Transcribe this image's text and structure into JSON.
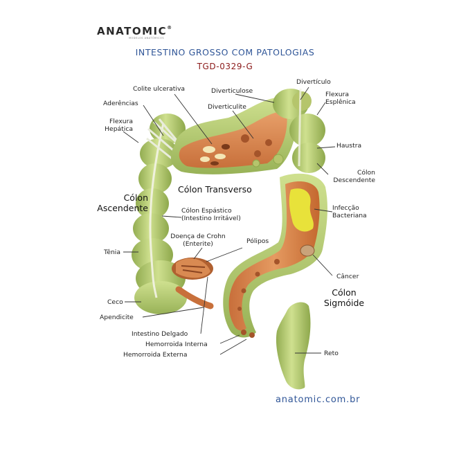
{
  "brand": {
    "name": "ANATOMIC",
    "registered": "®",
    "tagline": "MODELOS ANATÔMICOS"
  },
  "title": "INTESTINO GROSSO COM PATOLOGIAS",
  "code": "TGD-0329-G",
  "website": "anatomic.com.br",
  "colors": {
    "title_blue": "#2f5597",
    "code_red": "#8b1a1a",
    "tissue_green": "#b9cf7a",
    "mucosa_orange": "#d98a52",
    "infection_yellow": "#e8e23a"
  },
  "labels": {
    "colite_ulcerativa": "Colite ulcerativa",
    "aderencias": "Aderências",
    "flexura_hepatica_1": "Flexura",
    "flexura_hepatica_2": "Hepática",
    "diverticulose": "Diverticulose",
    "diverticulite": "Diverticulite",
    "diverticulo": "Divertículo",
    "flexura_esplenica_1": "Flexura",
    "flexura_esplenica_2": "Esplênica",
    "haustra": "Haustra",
    "colon_descendente_1": "Cólon",
    "colon_descendente_2": "Descendente",
    "colon_transverso": "Cólon Transverso",
    "colon_ascendente_1": "Cólon",
    "colon_ascendente_2": "Ascendente",
    "colon_espastico_1": "Cólon Espástico",
    "colon_espastico_2": "(Intestino Irritável)",
    "infeccao_1": "Infecção",
    "infeccao_2": "Bacteriana",
    "doenca_crohn_1": "Doença de Crohn",
    "doenca_crohn_2": "(Enterite)",
    "polipos": "Pólipos",
    "tenia": "Tênia",
    "cancer": "Câncer",
    "colon_sigmoide_1": "Cólon",
    "colon_sigmoide_2": "Sigmóide",
    "ceco": "Ceco",
    "apendicite": "Apendicite",
    "intestino_delgado": "Intestino Delgado",
    "hemorroida_interna": "Hemorroida Interna",
    "hemorroida_externa": "Hemorroida Externa",
    "reto": "Reto"
  }
}
